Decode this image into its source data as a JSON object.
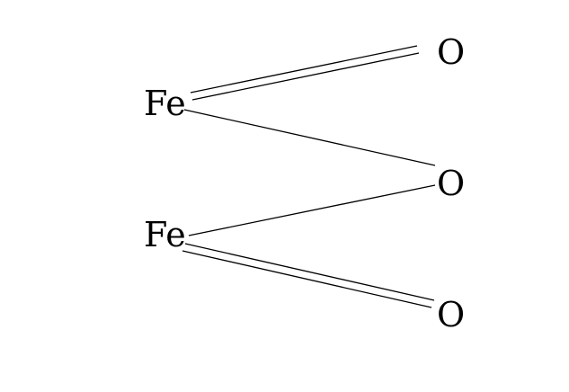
{
  "diagram": {
    "atoms": {
      "fe_top": "Fe",
      "fe_bottom": "Fe",
      "o_top": "O",
      "o_middle": "O",
      "o_bottom": "O"
    },
    "bonds": [
      {
        "from": "fe_top",
        "to": "o_top",
        "order": 2
      },
      {
        "from": "fe_top",
        "to": "o_middle",
        "order": 1
      },
      {
        "from": "fe_bottom",
        "to": "o_middle",
        "order": 1
      },
      {
        "from": "fe_bottom",
        "to": "o_bottom",
        "order": 2
      }
    ],
    "colors": {
      "background": "#ffffff",
      "ink": "#000000"
    }
  }
}
